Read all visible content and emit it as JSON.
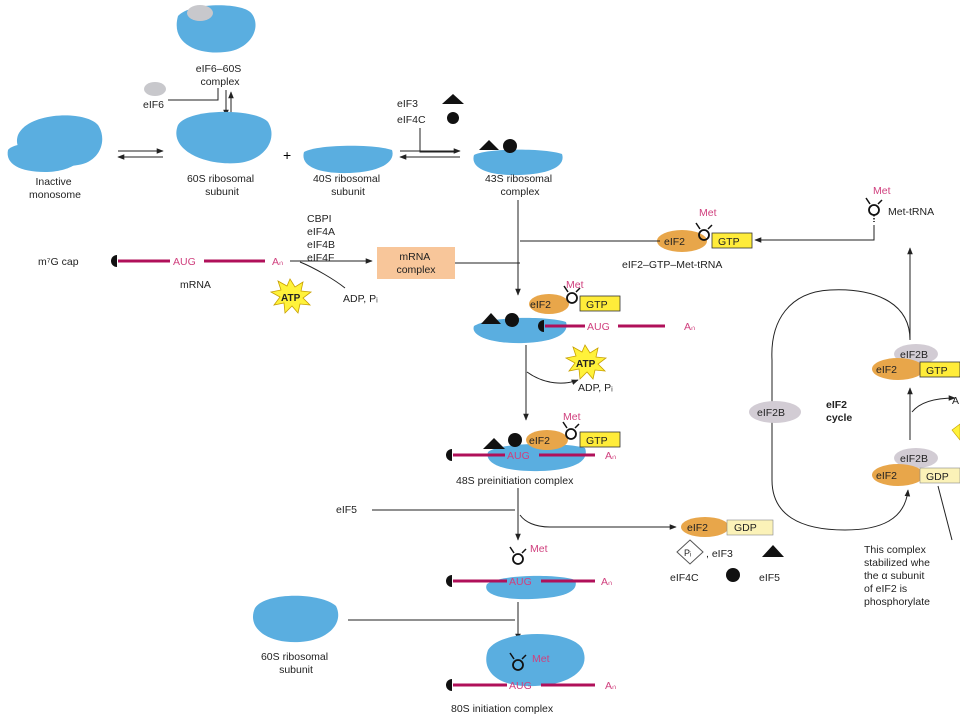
{
  "labels": {
    "eif6_60s_complex": [
      "eIF6–60S",
      "complex"
    ],
    "eif6": "eIF6",
    "inactive_monosome": [
      "Inactive",
      "monosome"
    ],
    "subunit_60s": [
      "60S ribosomal",
      "subunit"
    ],
    "subunit_40s": [
      "40S ribosomal",
      "subunit"
    ],
    "plus": "+",
    "eif3": "eIF3",
    "eif4c": "eIF4C",
    "complex_43s": [
      "43S ribosomal",
      "complex"
    ],
    "factors": [
      "CBPI",
      "eIF4A",
      "eIF4B",
      "eIF4F"
    ],
    "m7g_cap": "m⁷G cap",
    "mrna": "mRNA",
    "mrna_complex": [
      "mRNA",
      "complex"
    ],
    "atp": "ATP",
    "adp_pi": "ADP, Pᵢ",
    "met": "Met",
    "met_trna": "Met-tRNA",
    "eif2": "eIF2",
    "gtp": "GTP",
    "gdp": "GDP",
    "eif2_gtp_met_trna": "eIF2–GTP–Met-tRNA",
    "aug": "AUG",
    "an": "Aₙ",
    "eif2b": "eIF2B",
    "eif2_cycle": [
      "eIF2",
      "cycle"
    ],
    "preinit_48s": "48S preinitiation complex",
    "eif5": "eIF5",
    "pi": "Pᵢ",
    "eif3_comma": ", eIF3",
    "eif4c_comma": "eIF4C",
    "eif5b": "eIF5",
    "note": [
      "This complex",
      "stabilized whe",
      "the α subunit",
      "of eIF2 is",
      "phosphorylate"
    ],
    "subunit_60s_b": [
      "60S ribosomal",
      "subunit"
    ],
    "init_80s": "80S initiation complex",
    "cut_a": "A"
  },
  "colors": {
    "ribosome": "#5aaee0",
    "eif2": "#e8a64a",
    "gtp_box": "#ffec3a",
    "gdp_box": "#fbf2b8",
    "mrna_line": "#b0105a",
    "eif2b": "#d2ccd4",
    "mrna_complex_box": "#f8c69a",
    "atp_star": "#fff23a",
    "text_pink": "#d0407e"
  }
}
